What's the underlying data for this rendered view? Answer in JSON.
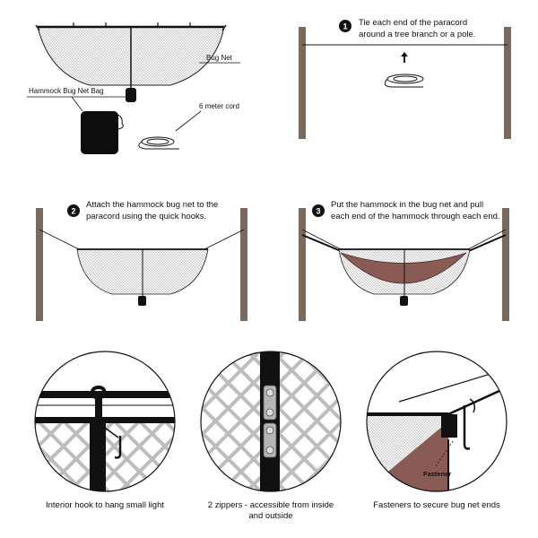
{
  "panel_top_left": {
    "bug_net_label": "Bug Net",
    "bag_label": "Hammock Bug Net Bag",
    "cord_label": "6 meter cord"
  },
  "steps": [
    {
      "number": "1",
      "line1": "Tie each end of the paracord",
      "line2": "around a tree branch or a pole."
    },
    {
      "number": "2",
      "line1": "Attach the hammock bug net to the",
      "line2": "paracord using the quick hooks."
    },
    {
      "number": "3",
      "line1": "Put the hammock in the bug net and pull",
      "line2": "each end of the hammock through each end."
    }
  ],
  "details": [
    {
      "line1": "Interior hook to hang small light",
      "line2": ""
    },
    {
      "line1": "2 zippers - accessible from inside",
      "line2": "and outside"
    },
    {
      "line1": "Fasteners to secure bug net ends",
      "line2": ""
    }
  ],
  "fastener_label": "Fastener",
  "colors": {
    "pole": "#7a6a5e",
    "net": "#f2f2f2",
    "hammock": "#8a5a55",
    "ink": "#111111"
  }
}
